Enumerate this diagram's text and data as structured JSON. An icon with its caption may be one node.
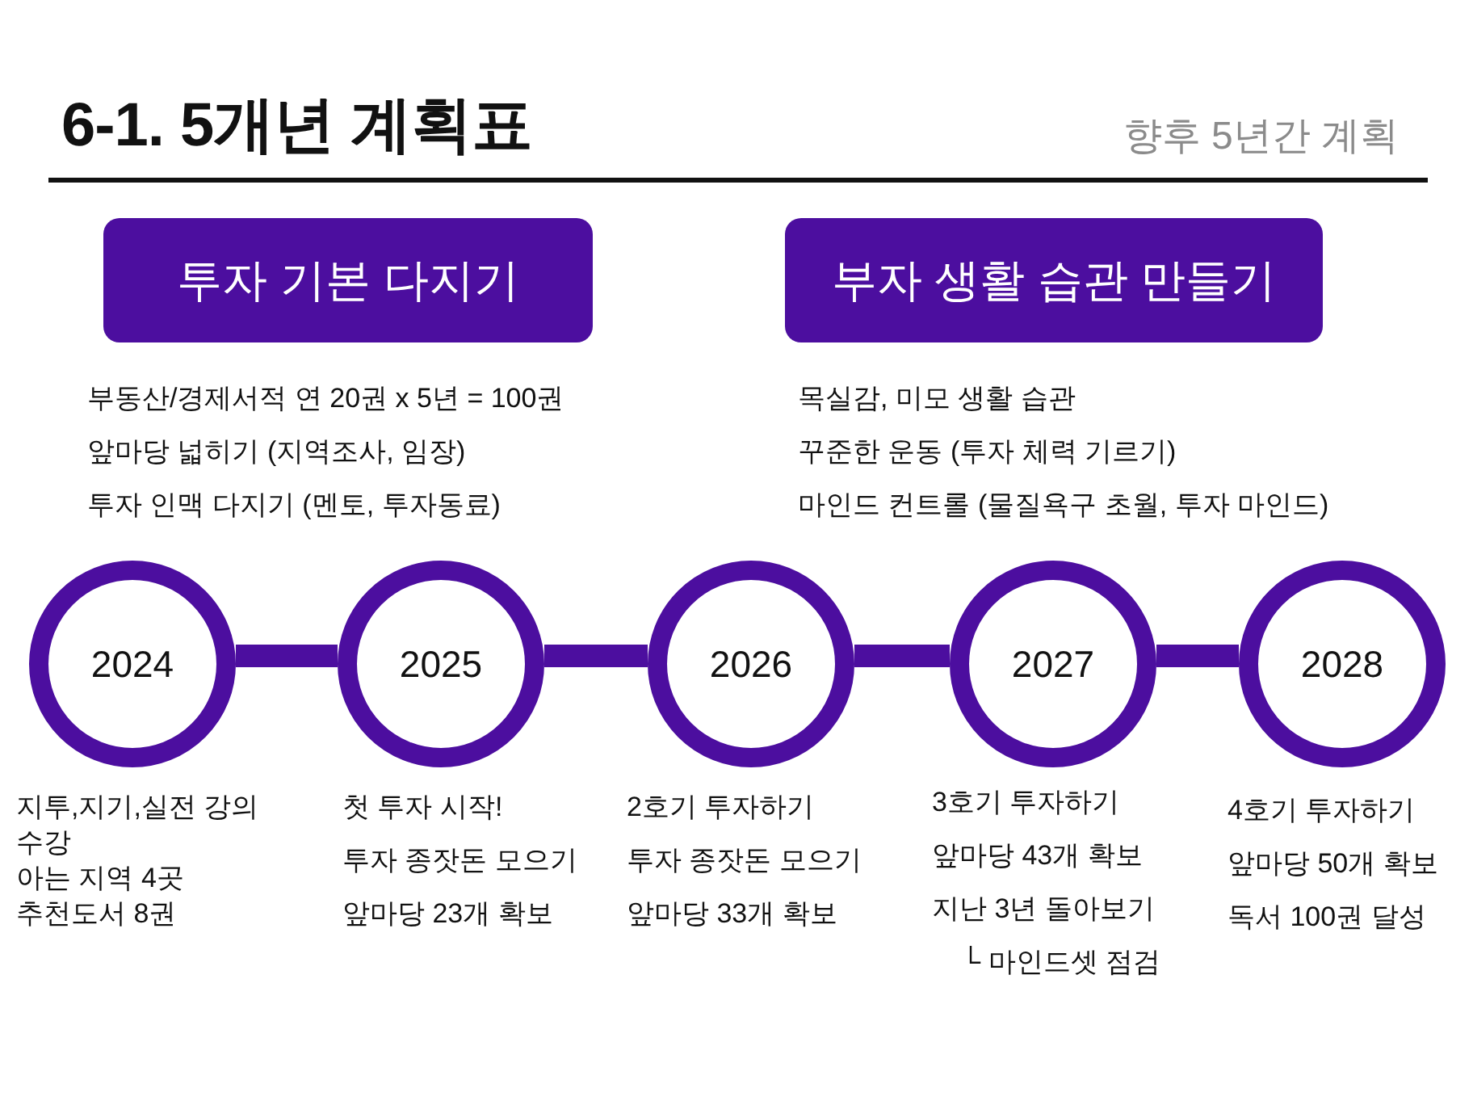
{
  "diagram": {
    "title": "6-1. 5개년 계획표",
    "nodes": [
      {
        "text": [
          "투자 기본 다지기"
        ],
        "beside": [
          "부동산/경제서적 연 20권 x 5년 = 100권",
          "앞마당 넓히기 (지역조사, 임장)",
          "투자 인맥 다지기 (멘토, 투자동료)"
        ]
      },
      {
        "text": [
          "부자 생활 습관 만들기"
        ],
        "beside": [
          "목실감, 미모 생활 습관",
          "꾸준한 운동 (투자 체력 기르기)",
          "마인드 컨트롤 (물질욕구 초월, 투자 마인드)"
        ]
      },
      {
        "text": [
          "2024"
        ],
        "beside": [
          "지투,지기,실전 강의 수강",
          "아는 지역 4곳",
          "추천도서 8권"
        ]
      },
      {
        "text": [
          "2025"
        ],
        "beside": [
          "첫 투자 시작!",
          "투자 종잣돈 모으기",
          "앞마당 23개 확보"
        ]
      },
      {
        "text": [
          "2026"
        ],
        "beside": [
          "2호기 투자하기",
          "투자 종잣돈 모으기",
          "앞마당 33개 확보"
        ]
      },
      {
        "text": [
          "2027"
        ],
        "beside": [
          "3호기 투자하기",
          "앞마당 43개 확보",
          "지난 3년 돌아보기",
          "└ 마인드셋 점검"
        ]
      },
      {
        "text": [
          "2028"
        ],
        "beside": [
          "4호기 투자하기",
          "앞마당 50개 확보",
          "독서 100권 달성"
        ]
      }
    ],
    "edges": [
      {
        "from": 2,
        "to": 3,
        "arrow": "none"
      },
      {
        "from": 3,
        "to": 4,
        "arrow": "none"
      },
      {
        "from": 4,
        "to": 5,
        "arrow": "none"
      },
      {
        "from": 5,
        "to": 6,
        "arrow": "none"
      }
    ],
    "labels": [
      "향후 5년간 계획"
    ]
  }
}
